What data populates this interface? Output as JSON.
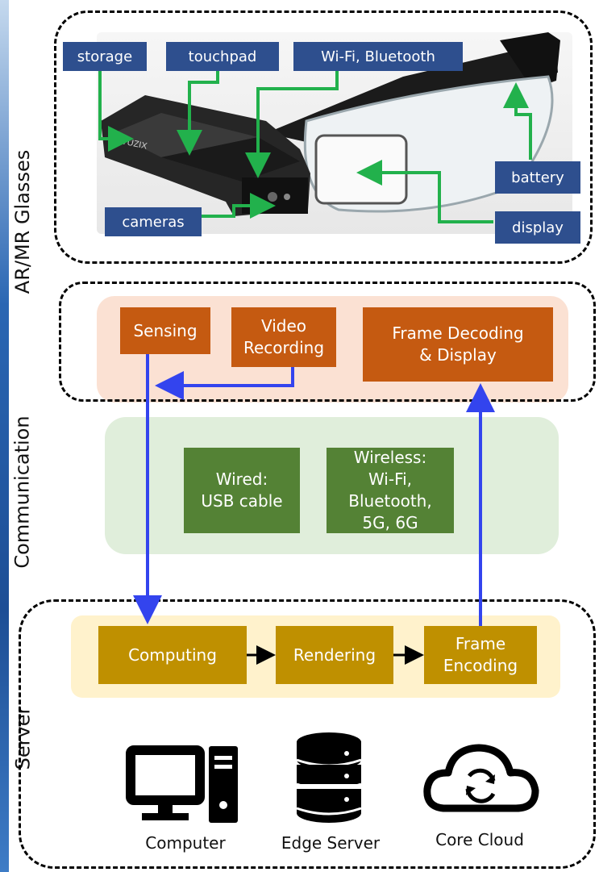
{
  "side_labels": {
    "glasses": "AR/MR Glasses",
    "communication": "Communication",
    "server": "Server"
  },
  "glasses_photo": {
    "brand_text": "VUZIX",
    "callouts": {
      "storage": "storage",
      "touchpad": "touchpad",
      "wifi_bluetooth": "Wi-Fi, Bluetooth",
      "battery": "battery",
      "cameras": "cameras",
      "display": "display"
    }
  },
  "device_pipeline": {
    "sensing": "Sensing",
    "video_recording": "Video\nRecording",
    "frame_decoding": "Frame Decoding\n& Display"
  },
  "communication": {
    "wired": "Wired:\nUSB cable",
    "wireless": "Wireless:\nWi-Fi,\nBluetooth,\n5G, 6G"
  },
  "server_pipeline": {
    "computing": "Computing",
    "rendering": "Rendering",
    "frame_encoding": "Frame\nEncoding"
  },
  "server_devices": {
    "computer": "Computer",
    "edge_server": "Edge Server",
    "core_cloud": "Core Cloud"
  },
  "colors": {
    "callout_blue": "#2e4f8e",
    "callout_arrow_green": "#22b14c",
    "data_arrow_blue": "#3344ee",
    "device_panel": "#fbe1d3",
    "device_box": "#c55a11",
    "comm_panel": "#e0eedb",
    "comm_box": "#548235",
    "server_panel": "#fff2cc",
    "server_box": "#bf9000"
  }
}
